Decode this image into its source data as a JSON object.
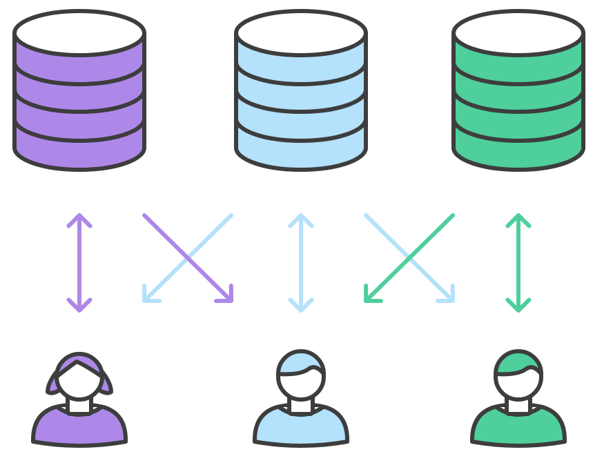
{
  "colors": {
    "stroke": "#3d3d3d",
    "purple": "#ad88e8",
    "blue": "#b4e1fb",
    "green": "#4ecf9c",
    "white": "#ffffff"
  },
  "databases": [
    {
      "name": "database-purple",
      "color": "purple"
    },
    {
      "name": "database-blue",
      "color": "blue"
    },
    {
      "name": "database-green",
      "color": "green"
    }
  ],
  "users": [
    {
      "name": "user-purple",
      "color": "purple",
      "hair": "long"
    },
    {
      "name": "user-blue",
      "color": "blue",
      "hair": "short"
    },
    {
      "name": "user-green",
      "color": "green",
      "hair": "short"
    }
  ],
  "connections": [
    {
      "name": "arrow-purple-vertical",
      "color": "purple",
      "type": "bidirectional"
    },
    {
      "name": "arrow-purple-diagonal",
      "color": "purple",
      "type": "one-way"
    },
    {
      "name": "arrow-blue-diagonal-left",
      "color": "blue",
      "type": "one-way"
    },
    {
      "name": "arrow-blue-vertical",
      "color": "blue",
      "type": "bidirectional"
    },
    {
      "name": "arrow-blue-diagonal-right",
      "color": "blue",
      "type": "one-way"
    },
    {
      "name": "arrow-green-diagonal",
      "color": "green",
      "type": "one-way"
    },
    {
      "name": "arrow-green-vertical",
      "color": "green",
      "type": "bidirectional"
    }
  ]
}
